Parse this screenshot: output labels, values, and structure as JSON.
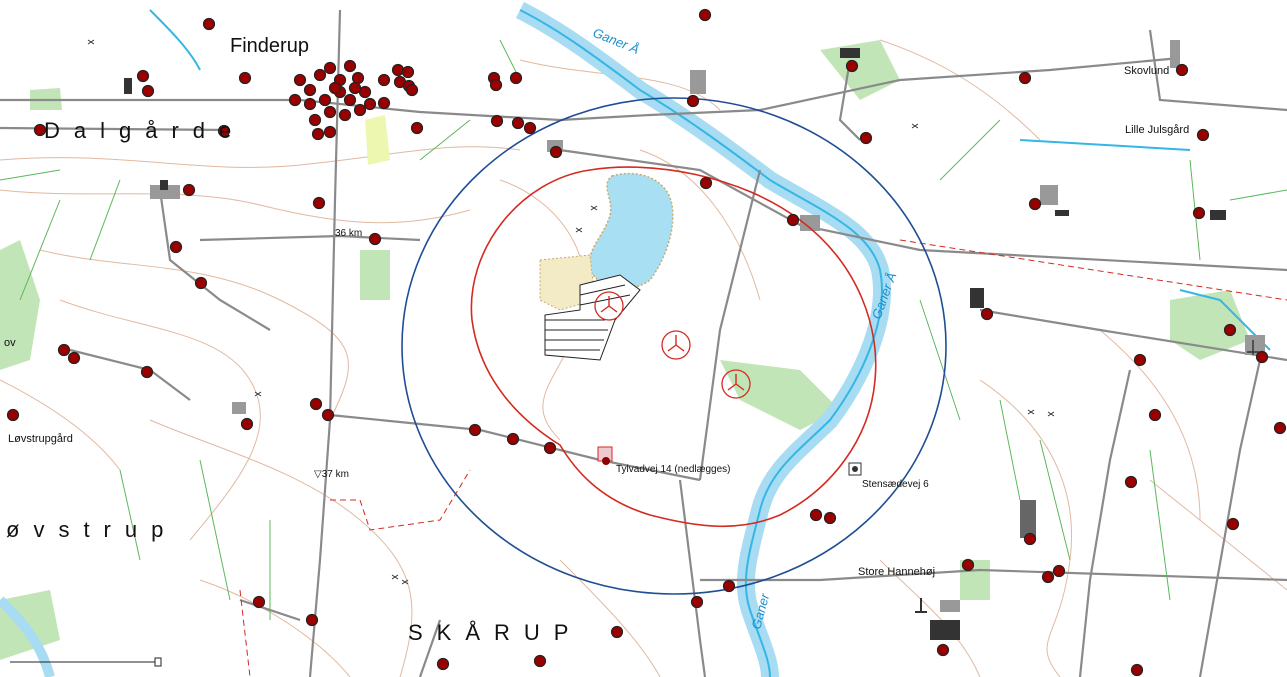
{
  "map": {
    "place_labels": {
      "finderup": "Finderup",
      "dalgaarde": "Dalgårde",
      "skovlund": "Skovlund",
      "lille_julsgaard": "Lille Julsgård",
      "loevstrupgaard": "Løvstrupgård",
      "oevstrup": "øvstrup",
      "skaarup": "SKÅRUP",
      "store_hannehoej": "Store Hannehøj",
      "stensaedevej": "Stensædevej 6",
      "tylvadvej": "Tylvadvej 14 (nedlægges)",
      "ov": "ov"
    },
    "water_labels": {
      "ganer_a_north": "Ganer Å",
      "ganer_a_middle": "Ganer Å",
      "ganer_south": "Ganer"
    },
    "road_markers": {
      "km36": "36 km",
      "km37": "▽37 km"
    },
    "colors": {
      "water": "#9fd8f0",
      "river": "#35b6e6",
      "forest": "#bfe3b5",
      "road": "#7a7a7a",
      "contour": "#e0b49a",
      "boundary_red": "#d42a20",
      "boundary_blue": "#1f4e95",
      "dwelling": "#8b0000"
    },
    "turbine_icon": "wind-turbine-icon",
    "dwelling_icon": "dwelling-marker-icon"
  }
}
